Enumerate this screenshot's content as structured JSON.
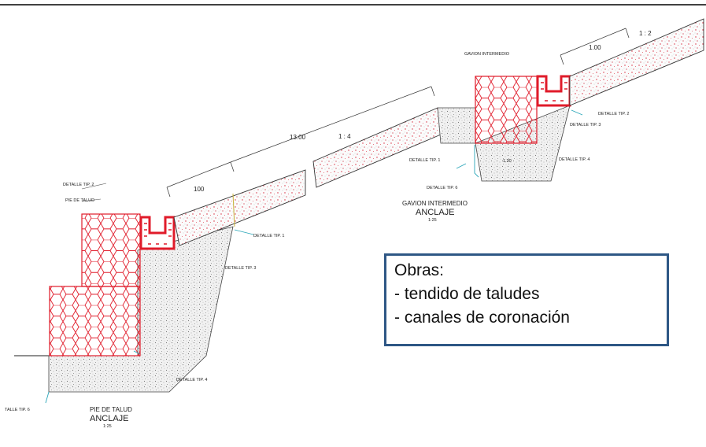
{
  "labels": {
    "detalle_tip2_left": "DETALLE TIP. 2",
    "pie_de_talud_small": "PIE DE TALUD",
    "dim_100_left": "100",
    "dim_1300": "13.00",
    "slope_ratio": "1 : 4",
    "detalle_tip1_left": "DETALLE TIP. 1",
    "detalle_tip3_left": "DETALLE TIP. 3",
    "detalle_tip4_left": "DETALLE TIP. 4",
    "detalle_tip6_left": "TALLE TIP. 6",
    "pie_de_talud_title": "PIE DE TALUD",
    "anclaje_left": "ANCLAJE",
    "scale_left": "1:25",
    "gavion_intermedio_small": "GAVION INTERMEDIO",
    "dim_100_right": "1.00",
    "slope_ratio_right": "1 : 2",
    "detalle_tip2_right": "DETALLE TIP. 2",
    "detalle_tip3_right": "DETALLE TIP. 3",
    "detalle_tip4_right": "DETALLE TIP. 4",
    "detalle_tip1_right": "DETALLE TIP. 1",
    "detalle_tip6_right": "DETALLE TIP. 6",
    "dim_120": "1.20",
    "gavion_intermedio_title": "GAVION INTERMEDIO",
    "anclaje_right": "ANCLAJE",
    "scale_right": "1:25"
  },
  "obras": {
    "title": "Obras:",
    "item1": "- tendido de taludes",
    "item2": "- canales de coronación"
  },
  "colors": {
    "gabion": "#e01b2a",
    "frame_border": "#2e5785",
    "fill_dots": "#d8263a",
    "leader": "#2aa6b8"
  }
}
